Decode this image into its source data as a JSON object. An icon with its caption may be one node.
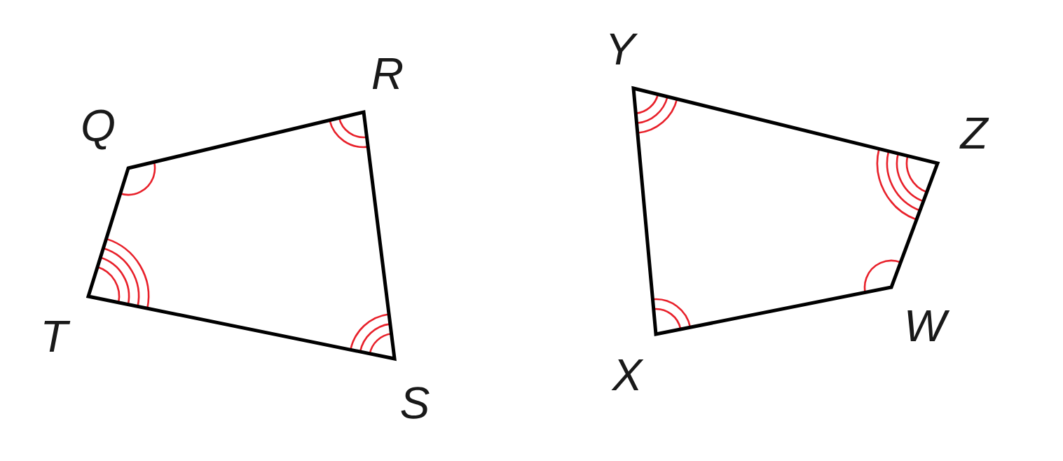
{
  "diagram": {
    "labels": [
      "Q",
      "R",
      "S",
      "T",
      "Y",
      "Z",
      "W",
      "X"
    ]
  }
}
